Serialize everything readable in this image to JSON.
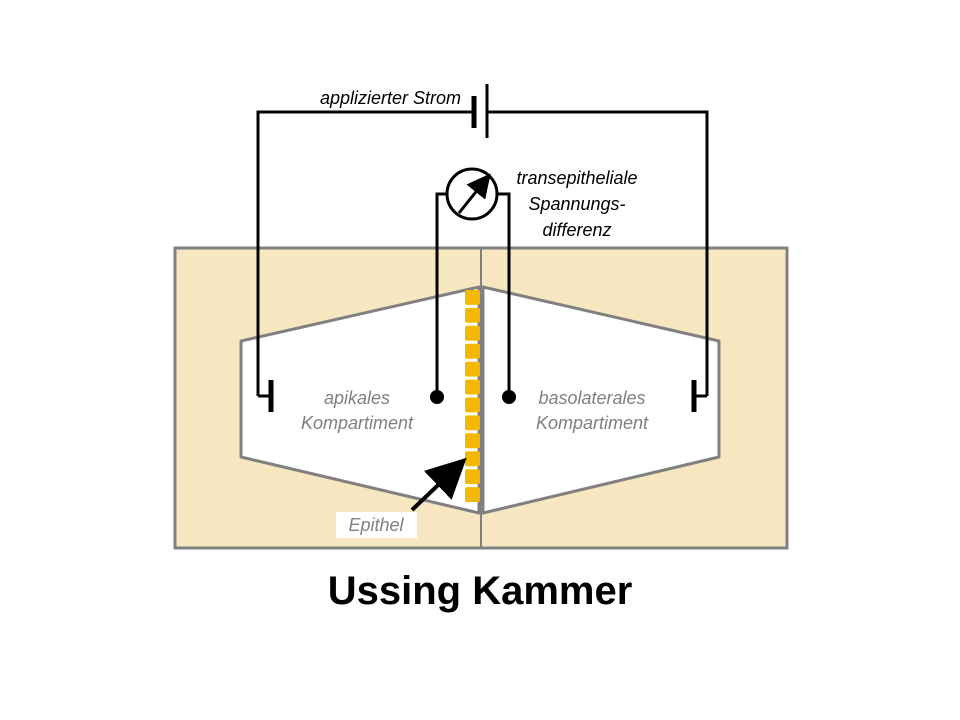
{
  "labels": {
    "current": "applizierter Strom",
    "voltage_line1": "transepitheliale",
    "voltage_line2": "Spannungs-",
    "voltage_line3": "differenz",
    "apical_line1": "apikales",
    "apical_line2": "Kompartiment",
    "basolateral_line1": "basolaterales",
    "basolateral_line2": "Kompartiment",
    "epithel": "Epithel"
  },
  "title": "Ussing Kammer",
  "epithelium_cells": 12,
  "colors": {
    "background_block": "#f7e7c1",
    "chamber_outline": "#808080",
    "chamber_fill": "#ffffff",
    "cell": "#f5b800",
    "wire": "#000000",
    "label_grey": "#808080"
  }
}
